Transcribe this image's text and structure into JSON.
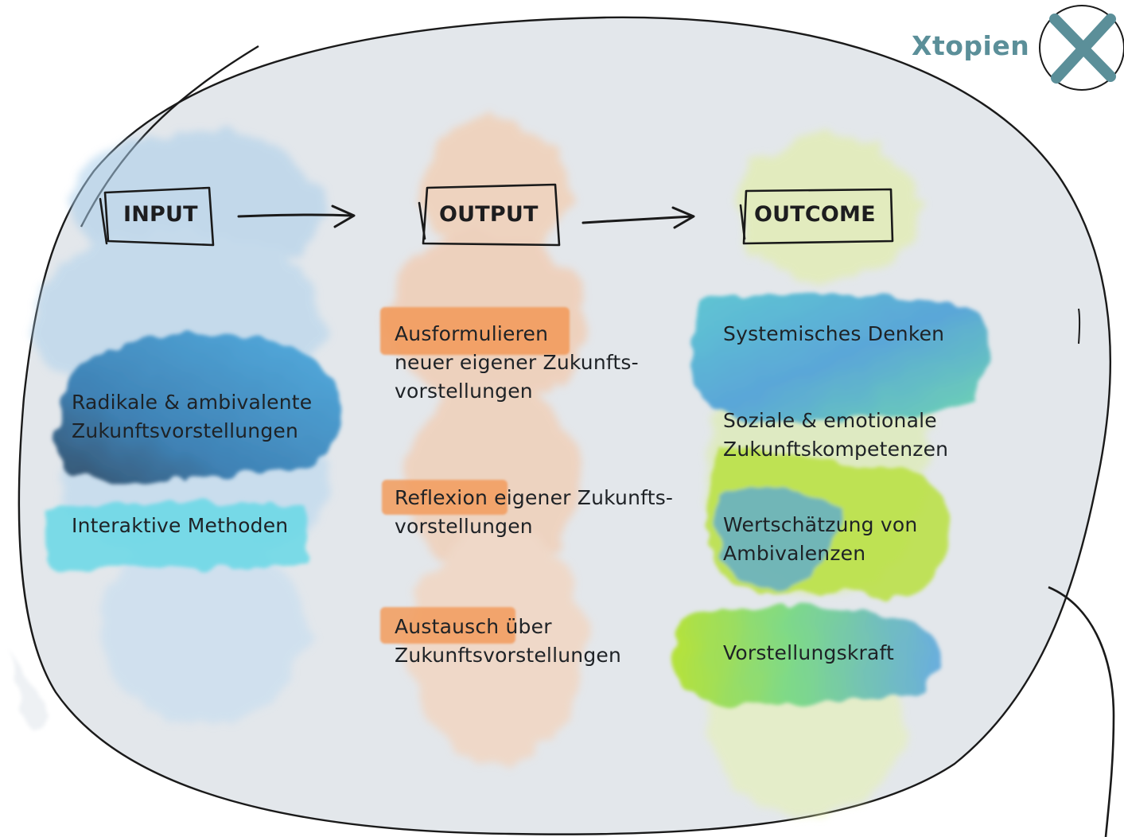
{
  "logo": {
    "text": "Xtopien",
    "icon": "x-circle-logo-icon",
    "color": "#5b8f99"
  },
  "columns": [
    {
      "heading": "INPUT",
      "accent": "#4a9ad4",
      "items": [
        {
          "lines": [
            "Radikale & ambivalente",
            "Zukunftsvorstellungen"
          ]
        },
        {
          "lines": [
            "Interaktive Methoden"
          ]
        }
      ]
    },
    {
      "heading": "OUTPUT",
      "accent": "#f29b5c",
      "items": [
        {
          "lines": [
            "Ausformulieren",
            "neuer eigener Zukunfts-",
            "vorstellungen"
          ]
        },
        {
          "lines": [
            "Reflexion eigener Zukunfts-",
            "vorstellungen"
          ]
        },
        {
          "lines": [
            "Austausch über",
            "Zukunftsvorstellungen"
          ]
        }
      ]
    },
    {
      "heading": "OUTCOME",
      "accent": "#b8de3c",
      "items": [
        {
          "lines": [
            "Systemisches Denken"
          ]
        },
        {
          "lines": [
            "Soziale & emotionale",
            "Zukunftskompetenzen"
          ]
        },
        {
          "lines": [
            "Wertschätzung von",
            "Ambivalenzen"
          ]
        },
        {
          "lines": [
            "Vorstellungskraft"
          ]
        }
      ]
    }
  ],
  "colors": {
    "oval_fill": "#e3e7eb",
    "ink": "#1a1a1a"
  }
}
